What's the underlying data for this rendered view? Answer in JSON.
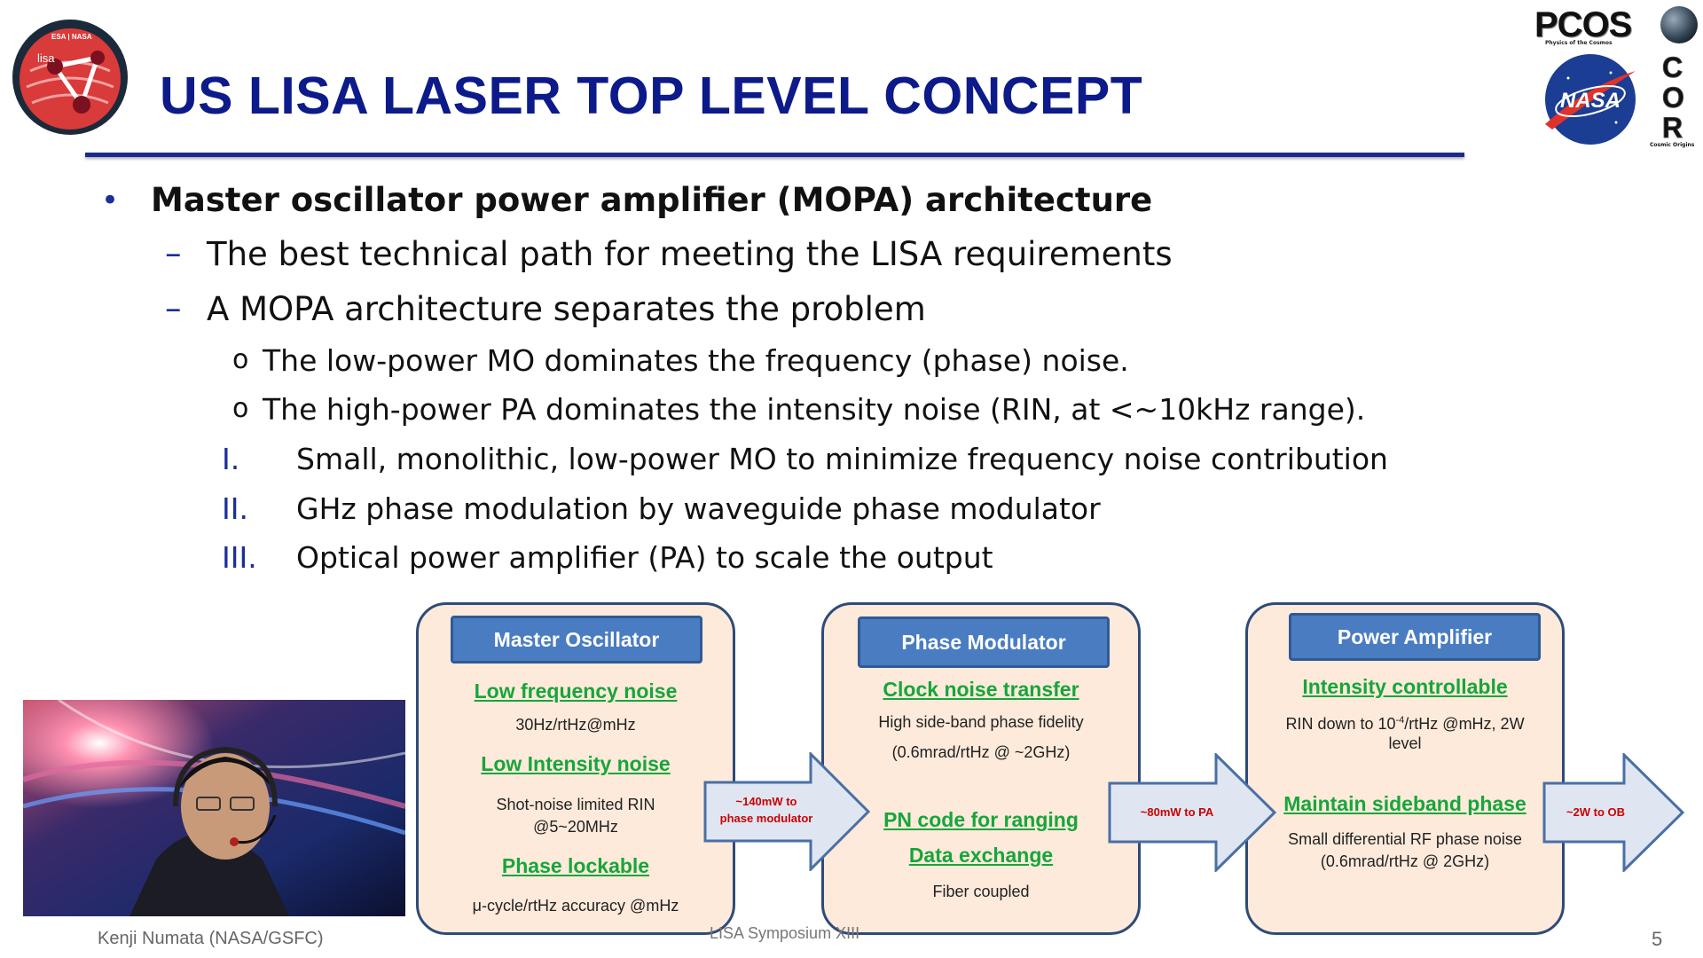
{
  "header": {
    "title": "US LISA LASER TOP LEVEL CONCEPT",
    "lisa_logo": {
      "top_text": "ESA | NASA",
      "name": "lisa",
      "icon": "lisa-mission-logo"
    },
    "pcos_logo": {
      "text": "PCOS",
      "subtitle": "Physics of the Cosmos",
      "icon": "earth-globe-icon"
    },
    "nasa_logo": {
      "text": "NASA",
      "icon": "nasa-meatball-logo"
    },
    "cor_logo": {
      "letters": [
        "C",
        "O",
        "R"
      ],
      "subtitle": "Cosmic Origins"
    }
  },
  "bullets": {
    "main": "Master oscillator power amplifier (MOPA) architecture",
    "sub1": "The best technical path for meeting the LISA requirements",
    "sub2": "A MOPA architecture separates the problem",
    "circle1": "The low-power MO dominates the frequency (phase) noise.",
    "circle2": "The high-power PA dominates the intensity noise (RIN, at <~10kHz range).",
    "roman": [
      {
        "marker": "I.",
        "text": "Small, monolithic, low-power MO to minimize frequency noise contribution"
      },
      {
        "marker": "II.",
        "text": "GHz phase modulation by waveguide phase modulator"
      },
      {
        "marker": "III.",
        "text": "Optical power amplifier (PA) to scale the output"
      }
    ],
    "markers": {
      "bullet": "•",
      "dash": "–",
      "circle": "o"
    }
  },
  "diagram": {
    "master_oscillator": {
      "title": "Master Oscillator",
      "link1": "Low frequency noise",
      "text1": "30Hz/rtHz@mHz",
      "link2": "Low Intensity noise",
      "text2a": "Shot-noise limited RIN",
      "text2b": "@5~20MHz",
      "link3": "Phase lockable",
      "text3": "μ-cycle/rtHz accuracy @mHz"
    },
    "phase_modulator": {
      "title": "Phase Modulator",
      "link1": "Clock noise transfer",
      "text1a": "High side-band phase fidelity",
      "text1b": "(0.6mrad/rtHz @ ~2GHz)",
      "link2": "PN code for ranging",
      "link3": "Data exchange",
      "text3": "Fiber coupled"
    },
    "power_amplifier": {
      "title": "Power  Amplifier",
      "link1": "Intensity controllable",
      "text1a_pre": "RIN down to 10",
      "text1a_sup": "-4",
      "text1a_post": "/rtHz @mHz, 2W",
      "text1b": "level",
      "link2": "Maintain sideband phase",
      "text2a": "Small differential RF phase noise",
      "text2b": "(0.6mrad/rtHz @ 2GHz)"
    },
    "arrows": {
      "a1_line1": "~140mW to",
      "a1_line2": "phase modulator",
      "a2": "~80mW to PA",
      "a3": "~2W to OB"
    }
  },
  "footer": {
    "presenter": "Kenji Numata (NASA/GSFC)",
    "event": "LISA Symposium XIII",
    "page": "5"
  },
  "colors": {
    "title": "#0d1a8a",
    "box_fill": "#fdeadb",
    "box_border": "#2e4b78",
    "header_fill": "#4a7cc2",
    "link_green": "#16a63a",
    "arrow_fill": "#dfe6f2",
    "arrow_border": "#4a6fa5",
    "arrow_text": "#cc0000"
  }
}
